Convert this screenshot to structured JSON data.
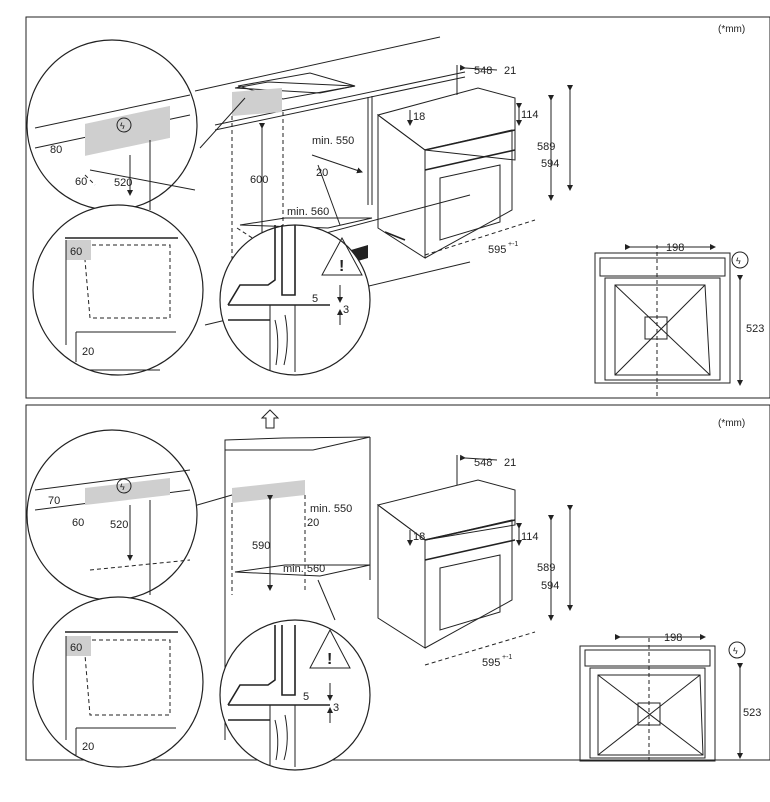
{
  "panels": [
    {
      "unit_label": "(*mm)",
      "labels": {
        "height_80": "80",
        "depth_60": "60",
        "height_520": "520",
        "height_600": "600",
        "min_550": "min. 550",
        "gap_20": "20",
        "min_560": "min. 560",
        "depth_548": "548",
        "gap_21": "21",
        "top_18": "18",
        "top_114": "114",
        "height_589": "589",
        "height_594": "594",
        "width_595": "595",
        "width_tol": "+-1",
        "detail_60": "60",
        "detail_20": "20",
        "gap_5": "5",
        "gap_3": "3",
        "width_198": "198",
        "height_523": "523"
      }
    },
    {
      "unit_label": "(*mm)",
      "labels": {
        "height_70": "70",
        "depth_60": "60",
        "height_520": "520",
        "height_590": "590",
        "min_550": "min. 550",
        "gap_20": "20",
        "min_560": "min. 560",
        "depth_548": "548",
        "gap_21": "21",
        "top_18": "18",
        "top_114": "114",
        "height_589": "589",
        "height_594": "594",
        "width_595": "595",
        "width_tol": "+-1",
        "detail_60": "60",
        "detail_20": "20",
        "gap_5": "5",
        "gap_3": "3",
        "width_198": "198",
        "height_523": "523"
      }
    }
  ],
  "icons": [
    "power-connection-icon",
    "warning-triangle-icon",
    "up-arrow-icon"
  ]
}
